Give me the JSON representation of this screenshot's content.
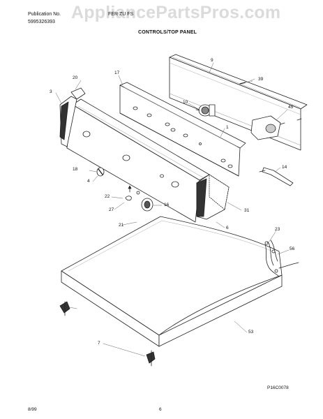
{
  "header": {
    "publication_label": "Publication No.",
    "publication_number": "5995326393",
    "model": "FER ZU FS",
    "section_title": "CONTROLS/TOP PANEL"
  },
  "watermark": "AppliancePartsPros.com",
  "callouts": {
    "c9": "9",
    "c39": "39",
    "c10": "10",
    "c45": "45",
    "c1": "1",
    "c14": "14",
    "c20": "20",
    "c17": "17",
    "c3": "3",
    "c18": "18",
    "c4": "4",
    "c22": "22",
    "c16": "16",
    "c27": "27",
    "c31": "31",
    "c21": "21",
    "c6": "6",
    "c23": "23",
    "c56": "56",
    "c53": "53",
    "c7": "7"
  },
  "diagram_code": "P16C0078",
  "footer": {
    "date": "8/99",
    "page": "6"
  }
}
